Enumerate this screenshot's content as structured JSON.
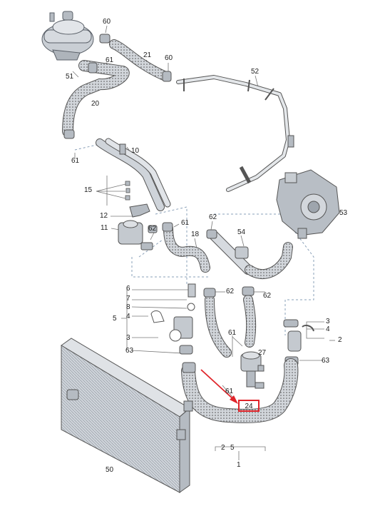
{
  "labels": {
    "l60a": "60",
    "l21": "21",
    "l60b": "60",
    "l61a": "61",
    "l51": "51",
    "l52": "52",
    "l20": "20",
    "l61b": "61",
    "l10": "10",
    "l15": "15",
    "l12": "12",
    "l11": "11",
    "l62a": "62",
    "l61c": "61",
    "l62b": "62",
    "l18": "18",
    "l54": "54",
    "l53": "53",
    "l6": "6",
    "l7": "7",
    "l8": "8",
    "l4a": "4",
    "l5a": "5",
    "l3a": "3",
    "l63a": "63",
    "l62c": "62",
    "l62d": "62",
    "l61d": "61",
    "l27": "27",
    "l61e": "61",
    "l3b": "3",
    "l4b": "4",
    "l2a": "2",
    "l63b": "63",
    "l2b": "2",
    "l5b": "5",
    "l1": "1",
    "l50": "50"
  },
  "highlight": {
    "label": "24",
    "color": "#e0242a"
  }
}
